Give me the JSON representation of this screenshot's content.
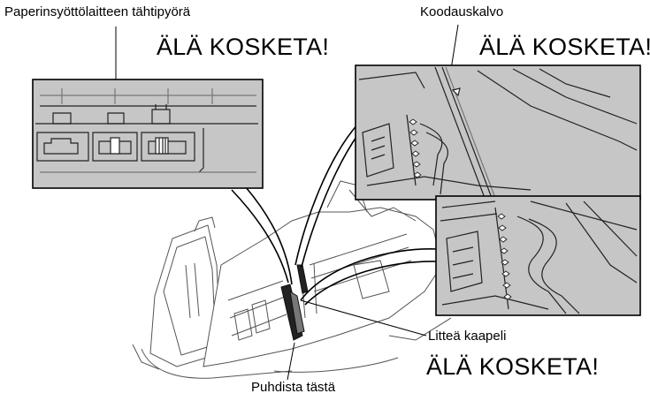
{
  "labels": {
    "star_wheel": "Paperinsyöttölaitteen tähtipyörä",
    "encoder": "Koodauskalvo",
    "flat_cable": "Litteä kaapeli",
    "clean_here": "Puhdista tästä"
  },
  "warnings": {
    "star_wheel": "ÄLÄ KOSKETA!",
    "encoder": "ÄLÄ KOSKETA!",
    "flat_cable": "ÄLÄ KOSKETA!"
  }
}
